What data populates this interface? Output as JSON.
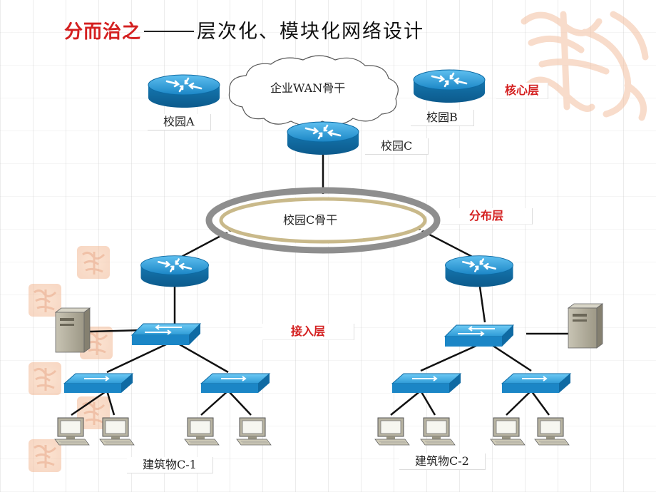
{
  "title": {
    "red": "分而治之",
    "black": "层次化、模块化网络设计"
  },
  "nodes": {
    "wan": "企业WAN骨干",
    "campus_a": "校园A",
    "campus_b": "校园B",
    "campus_c": "校园C",
    "backbone_c": "校园C骨干",
    "building_c1": "建筑物C-1",
    "building_c2": "建筑物C-2"
  },
  "layers": {
    "core": "核心层",
    "distribution": "分布层",
    "access": "接入层"
  },
  "icons": {
    "router": "router-icon",
    "switch": "switch-icon",
    "server": "server-icon",
    "workstation": "workstation-icon",
    "cloud": "cloud-icon",
    "ring": "ring-backbone-icon",
    "seal": "decorative-seal-icon"
  },
  "colors": {
    "title_red": "#d42020",
    "router_blue": "#1a8ecf",
    "switch_blue": "#2aa0e0",
    "ring": "#c9b98a"
  }
}
